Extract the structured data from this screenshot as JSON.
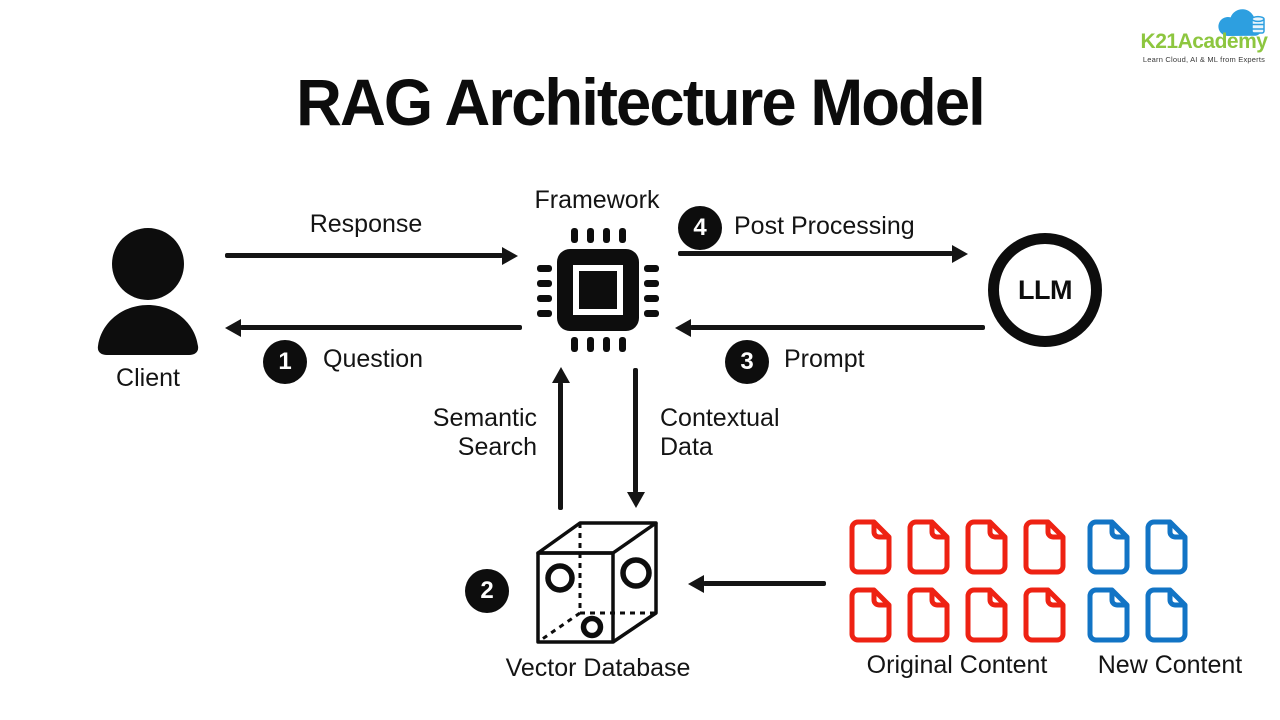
{
  "logo": {
    "brand": "K21Academy",
    "tagline": "Learn Cloud, AI & ML from Experts",
    "brand_color": "#8dc63f",
    "cloud_color": "#2d9fe0"
  },
  "title": "RAG Architecture Model",
  "nodes": {
    "client": {
      "label": "Client"
    },
    "framework": {
      "label": "Framework"
    },
    "llm": {
      "label": "LLM"
    },
    "vector_db": {
      "label": "Vector Database"
    },
    "original_content": {
      "label": "Original Content",
      "doc_count": 8,
      "color": "#ee2213"
    },
    "new_content": {
      "label": "New Content",
      "doc_count": 4,
      "color": "#1274c5"
    }
  },
  "edges": {
    "response": {
      "label": "Response",
      "from": "Client",
      "to": "Framework"
    },
    "question": {
      "step": "1",
      "label": "Question",
      "from": "Framework",
      "to": "Client"
    },
    "post_processing": {
      "step": "4",
      "label": "Post Processing",
      "from": "Framework",
      "to": "LLM"
    },
    "prompt": {
      "step": "3",
      "label": "Prompt",
      "from": "LLM",
      "to": "Framework"
    },
    "semantic_search": {
      "label_line1": "Semantic",
      "label_line2": "Search",
      "from": "Vector Database",
      "to": "Framework"
    },
    "contextual_data": {
      "label_line1": "Contextual",
      "label_line2": "Data",
      "from": "Framework",
      "to": "Vector Database"
    },
    "content_ingest": {
      "step": "2",
      "from": "Original Content / New Content",
      "to": "Vector Database"
    }
  },
  "colors": {
    "ink": "#0d0d0d",
    "background": "#ffffff"
  }
}
